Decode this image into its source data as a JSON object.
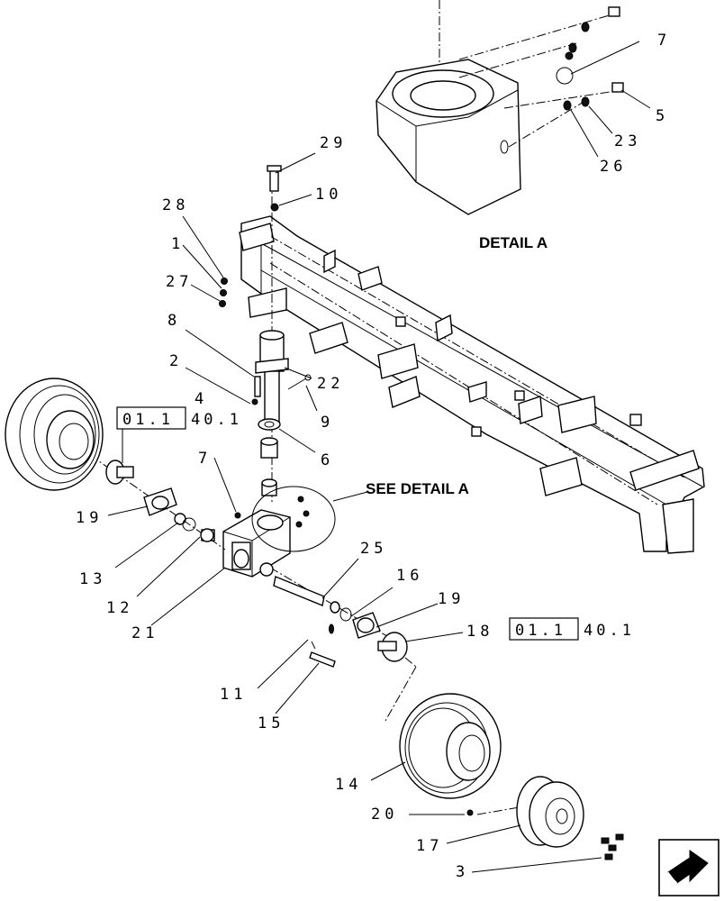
{
  "detail_title": "DETAIL  A",
  "see_detail": "SEE DETAIL  A",
  "ref_box": "01.1",
  "ref_suffix": "40.1",
  "callouts": {
    "c29": "29",
    "c10": "10",
    "c28": "28",
    "c1": "1",
    "c27": "27",
    "c8": "8",
    "c2": "2",
    "c4": "4",
    "c22": "22",
    "c9": "9",
    "c6": "6",
    "c7a": "7",
    "c5": "5",
    "c23": "23",
    "c26": "26",
    "c7b": "7",
    "c19a": "19",
    "c13": "13",
    "c12": "12",
    "c21": "21",
    "c25": "25",
    "c16": "16",
    "c19b": "19",
    "c18": "18",
    "c11": "11",
    "c15": "15",
    "c14": "14",
    "c20": "20",
    "c17": "17",
    "c3": "3"
  }
}
